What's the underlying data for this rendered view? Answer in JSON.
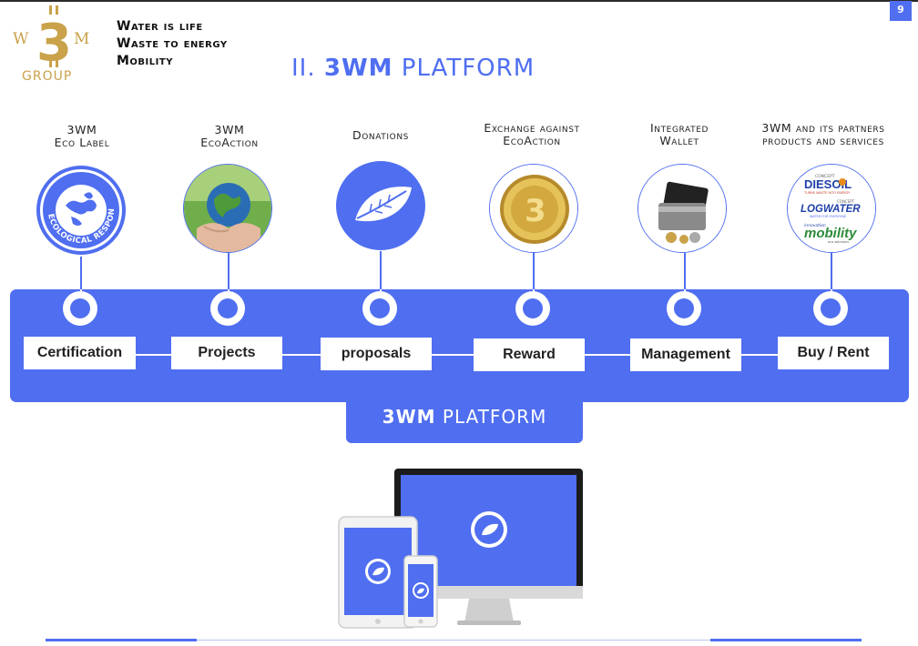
{
  "page_number": "9",
  "logo": {
    "letters_left": "W",
    "letters_right": "M",
    "center": "3",
    "bottom": "GROUP"
  },
  "tagline": [
    "Water is life",
    "Waste to energy",
    "Mobility"
  ],
  "title": {
    "prefix": "II. ",
    "bold": "3WM",
    "rest": " PLATFORM"
  },
  "columns": [
    {
      "label_line1": "3WM",
      "label_line2": "Eco Label",
      "icon": "eco-label-seal-icon",
      "seal_text": "ECOLOGICAL RESPONSABILITY",
      "stage": "Certification"
    },
    {
      "label_line1": "3WM",
      "label_line2": "EcoAction",
      "icon": "earth-in-hands-icon",
      "stage": "Projects"
    },
    {
      "label_line1": "Donations",
      "label_line2": "",
      "icon": "leaf-icon",
      "stage": "proposals"
    },
    {
      "label_line1": "Exchange against",
      "label_line2": "EcoAction",
      "icon": "gold-coin-icon",
      "stage": "Reward"
    },
    {
      "label_line1": "Integrated",
      "label_line2": "Wallet",
      "icon": "wallet-icon",
      "stage": "Management"
    },
    {
      "label_line1": "3WM and its partners",
      "label_line2": "products and services",
      "icon": "partners-logos-icon",
      "stage": "Buy / Rent"
    }
  ],
  "partners": {
    "dieseoil_concept": "CONCEPT",
    "dieseoil": "DIESOIL",
    "dieseoil_sub": "TURNS WASTE INTO ENERGY",
    "logwater_concept": "CONCEPT",
    "logwater": "LOGWATER",
    "logwater_sub": "WATER FOR EVERYONE",
    "mobility_pre": "innovation",
    "mobility": "mobility",
    "mobility_sub": "eco solutions"
  },
  "platform_tab": {
    "bold": "3WM",
    "rest": " PLATFORM"
  },
  "colors": {
    "accent": "#4f6ef0",
    "gold": "#c9a24a",
    "text": "#222222"
  }
}
